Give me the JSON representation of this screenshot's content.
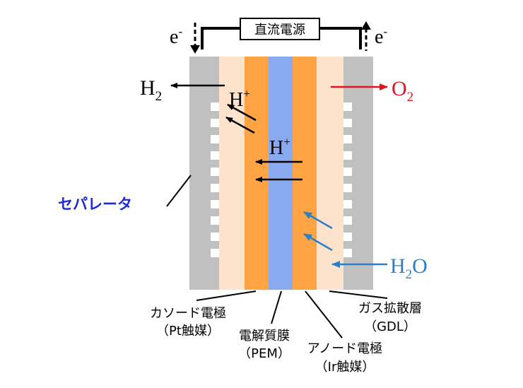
{
  "power_supply": {
    "label": "直流電源"
  },
  "electrons": {
    "left_label": "e",
    "right_label": "e",
    "superscript": "-"
  },
  "cathode_side": {
    "gas_base": "H",
    "gas_subscript": "2",
    "proton_base": "H",
    "proton_superscript": "+"
  },
  "anode_side": {
    "gas_base": "O",
    "gas_subscript": "2",
    "water_part1": "H",
    "water_subscript": "2",
    "water_part2": "O"
  },
  "membrane_proton": {
    "base": "H",
    "superscript": "+"
  },
  "separator_label": "セパレータ",
  "labels": {
    "cathode_electrode": "カソード電極",
    "cathode_catalyst": "（Pt触媒）",
    "pem": "電解質膜",
    "pem_abbr": "（PEM）",
    "anode_electrode": "アノード電極",
    "anode_catalyst": "（Ir触媒）",
    "gdl": "ガス拡散層",
    "gdl_abbr": "（GDL）"
  },
  "colors": {
    "separator": "#c0c0c0",
    "gdl": "#fde3cc",
    "catalyst_layer": "#ffa343",
    "membrane": "#8aaaf0",
    "oxygen": "#e0141e",
    "water": "#2e7fc4",
    "separator_text": "#1f2ad8"
  }
}
